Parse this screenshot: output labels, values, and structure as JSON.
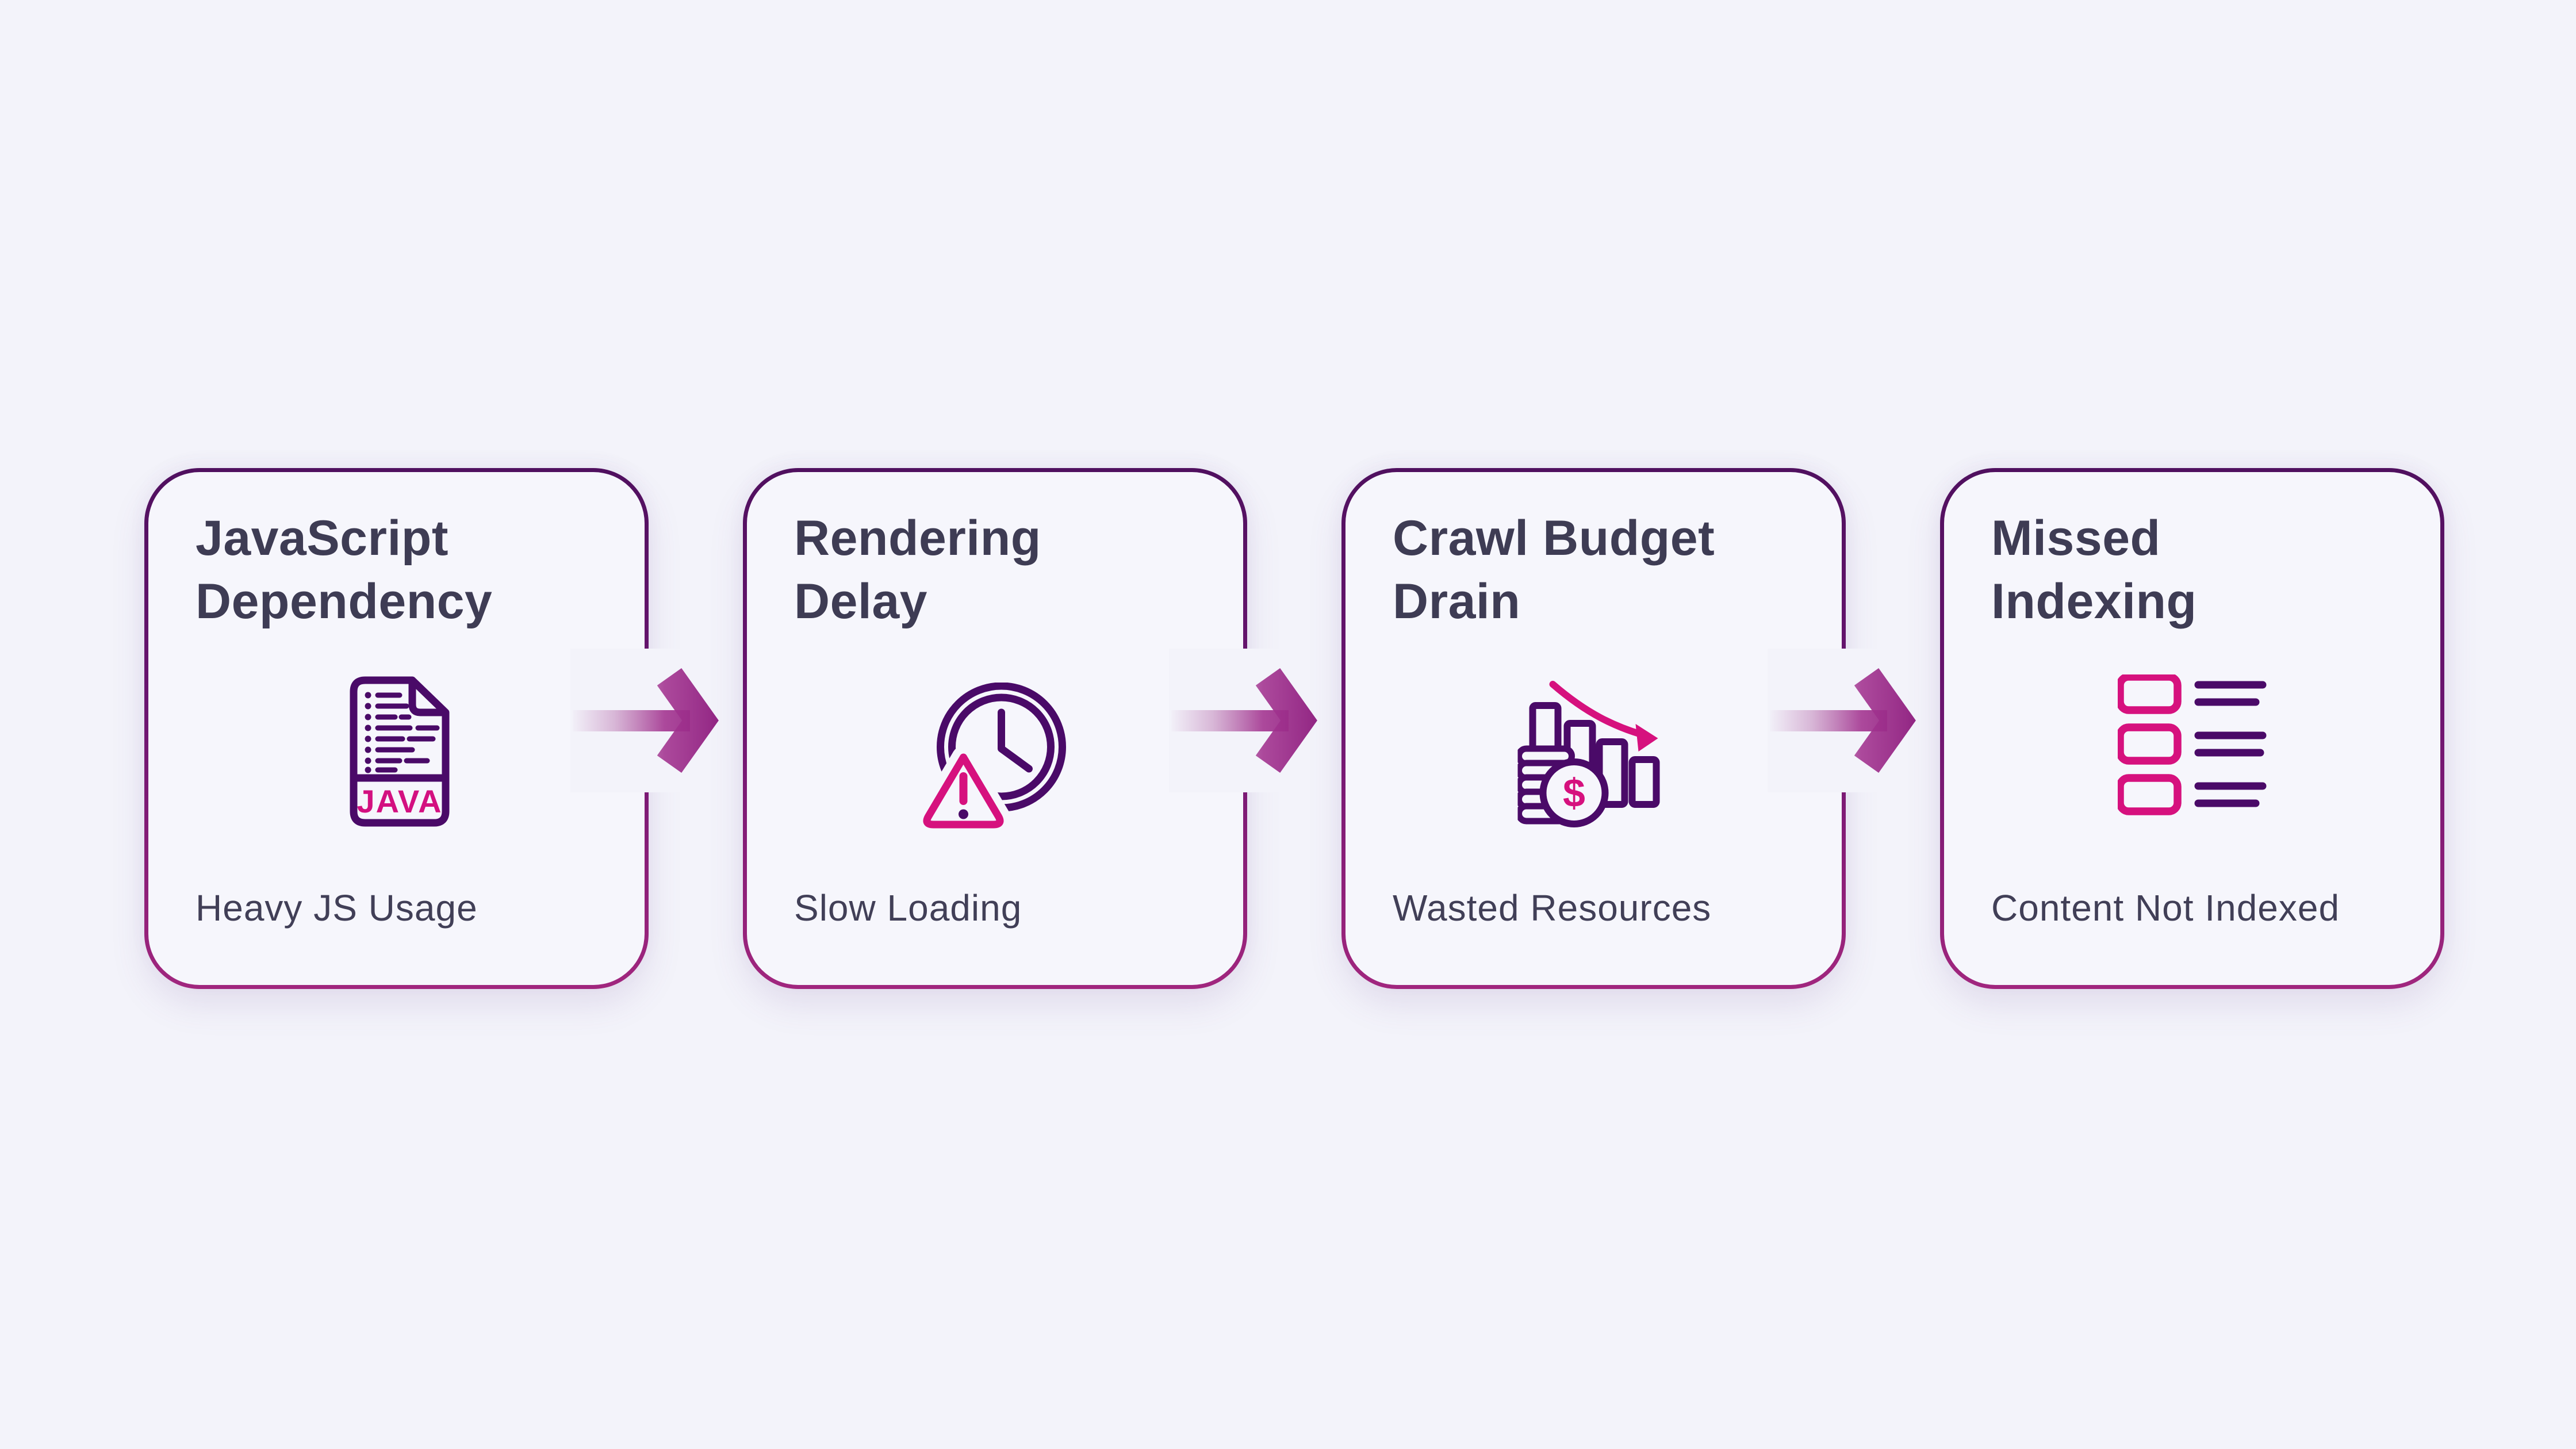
{
  "page": {
    "background_color": "#F3F3FA"
  },
  "colors": {
    "card_background": "#F6F6FC",
    "card_border_gradient_top": "#50105F",
    "card_border_gradient_bottom": "#A1267E",
    "title_text": "#3E3C54",
    "subtitle_text": "#413F57",
    "icon_purple": "#4A0A68",
    "icon_pink": "#D6117E",
    "arrow_magenta": "#992B87"
  },
  "flow": {
    "cards": [
      {
        "id": "javascript-dependency",
        "title_lines": [
          "JavaScript",
          "Dependency"
        ],
        "subtitle": "Heavy JS Usage",
        "icon": "java-file-icon",
        "icon_text": "JAVA"
      },
      {
        "id": "rendering-delay",
        "title_lines": [
          "Rendering",
          "Delay"
        ],
        "subtitle": "Slow Loading",
        "icon": "clock-warning-icon"
      },
      {
        "id": "crawl-budget-drain",
        "title_lines": [
          "Crawl Budget",
          "Drain"
        ],
        "subtitle": "Wasted Resources",
        "icon": "coins-decline-chart-icon",
        "icon_text": "$"
      },
      {
        "id": "missed-indexing",
        "title_lines": [
          "Missed",
          "Indexing"
        ],
        "subtitle": "Content Not Indexed",
        "icon": "checklist-icon"
      }
    ],
    "connectors": [
      {
        "icon": "flow-arrow-icon"
      },
      {
        "icon": "flow-arrow-icon"
      },
      {
        "icon": "flow-arrow-icon"
      }
    ]
  }
}
